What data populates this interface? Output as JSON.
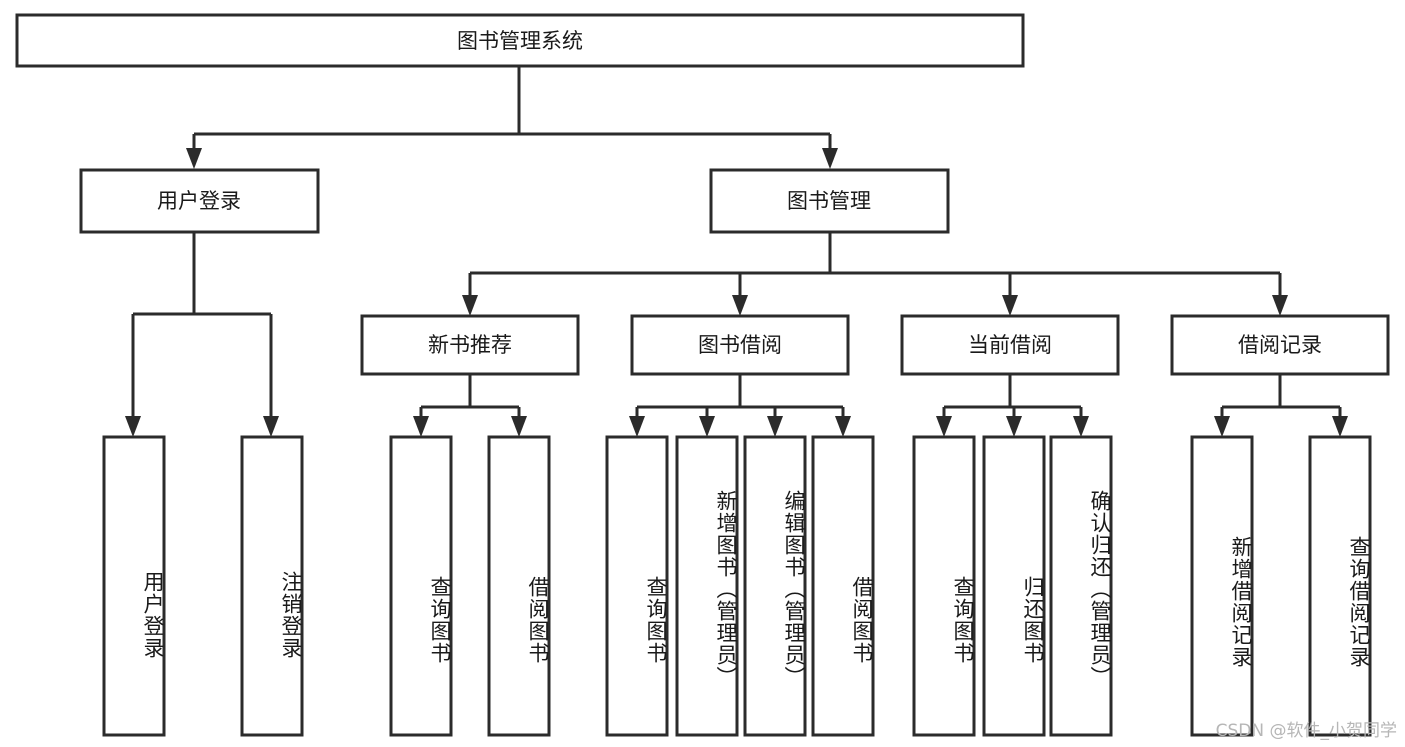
{
  "diagram": {
    "type": "tree",
    "title": "图书管理系统",
    "orientation": "top-down",
    "colors": {
      "box_stroke": "#2b2b2b",
      "box_fill": "#ffffff",
      "connector": "#2b2b2b",
      "text": "#1a1a1a",
      "watermark": "#b6b6b6",
      "background": "#ffffff"
    },
    "root": {
      "label": "图书管理系统"
    },
    "level2": [
      {
        "label": "用户登录"
      },
      {
        "label": "图书管理"
      }
    ],
    "level3": [
      {
        "label": "新书推荐"
      },
      {
        "label": "图书借阅"
      },
      {
        "label": "当前借阅"
      },
      {
        "label": "借阅记录"
      }
    ],
    "leaves": {
      "user_login": [
        {
          "label": "用户登录"
        },
        {
          "label": "注销登录"
        }
      ],
      "new_book": [
        {
          "label": "查询图书"
        },
        {
          "label": "借阅图书"
        }
      ],
      "book_borrow": [
        {
          "label": "查询图书"
        },
        {
          "label": "新增图书（管理员）"
        },
        {
          "label": "编辑图书（管理员）"
        },
        {
          "label": "借阅图书"
        }
      ],
      "current_borrow": [
        {
          "label": "查询图书"
        },
        {
          "label": "归还图书"
        },
        {
          "label": "确认归还（管理员）"
        }
      ],
      "borrow_record": [
        {
          "label": "新增借阅记录"
        },
        {
          "label": "查询借阅记录"
        }
      ]
    }
  },
  "watermark": {
    "text": "CSDN @软件_小贺同学"
  }
}
